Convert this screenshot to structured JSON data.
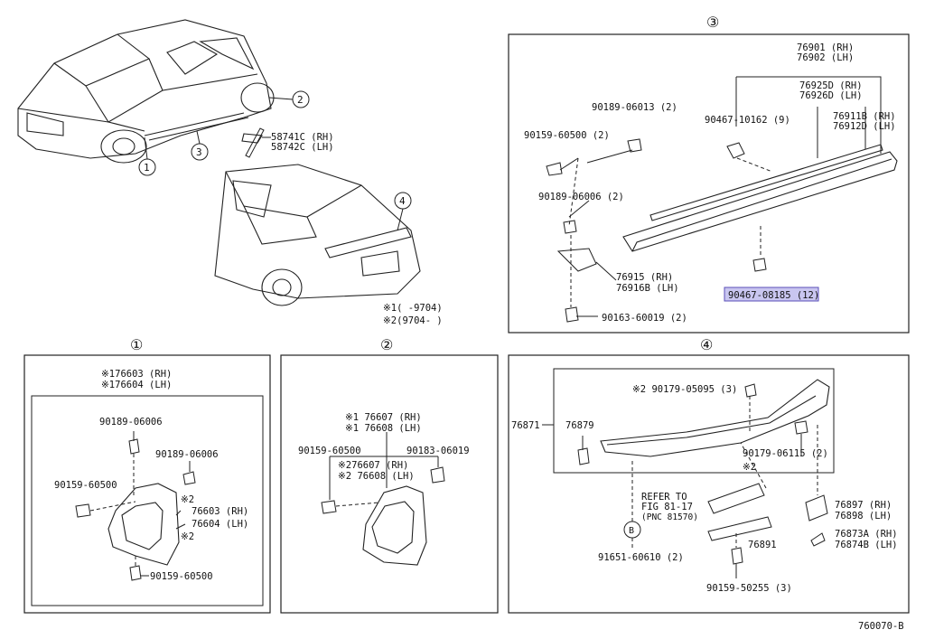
{
  "section_numbers": {
    "s1": "①",
    "s2": "②",
    "s3": "③",
    "s4": "④"
  },
  "overview": {
    "labels": [
      "58741C (RH)",
      "58742C (LH)",
      "※1(     -9704)",
      "※2(9704-     )"
    ]
  },
  "section1": {
    "labels": [
      "※176603 (RH)",
      "※176604 (LH)",
      "90189-06006",
      "90189-06006",
      "90159-60500",
      "※2",
      "76603 (RH)",
      "76604 (LH)",
      "※2",
      "90159-60500"
    ]
  },
  "section2": {
    "labels": [
      "※1 76607 (RH)",
      "※1 76608 (LH)",
      "90159-60500",
      "90183-06019",
      "※276607 (RH)",
      "※2 76608 (LH)"
    ]
  },
  "section3": {
    "labels": [
      "76901 (RH)",
      "76902 (LH)",
      "90189-06013 (2)",
      "76925D (RH)",
      "76926D (LH)",
      "90467-10162 (9)",
      "76911B (RH)",
      "76912D (LH)",
      "90159-60500 (2)",
      "90189-06006 (2)",
      "76915  (RH)",
      "76916B (LH)",
      "90163-60019 (2)"
    ],
    "highlighted_label": "90467-08185 (12)"
  },
  "section4": {
    "labels": [
      "※2 90179-05095 (3)",
      "76871",
      "76879",
      "90179-06115 (2)",
      "※2",
      "REFER TO",
      "FIG 81-17",
      "(PNC 81570)",
      "B",
      "76897 (RH)",
      "76898 (LH)",
      "76873A (RH)",
      "76874B (LH)",
      "76891",
      "91651-60610 (2)",
      "90159-50255 (3)"
    ]
  },
  "footer": {
    "code": "760070-B"
  },
  "colors": {
    "line": "#222222",
    "highlight": "#c9c6f0",
    "highlight_border": "#5a4fb8"
  }
}
